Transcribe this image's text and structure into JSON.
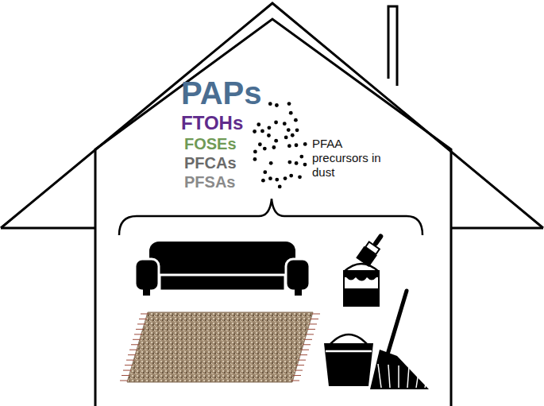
{
  "diagram": {
    "labels": [
      "PAPs",
      "FTOHs",
      "FOSEs",
      "PFCAs",
      "PFSAs",
      "PFAA precursors in dust"
    ]
  }
}
